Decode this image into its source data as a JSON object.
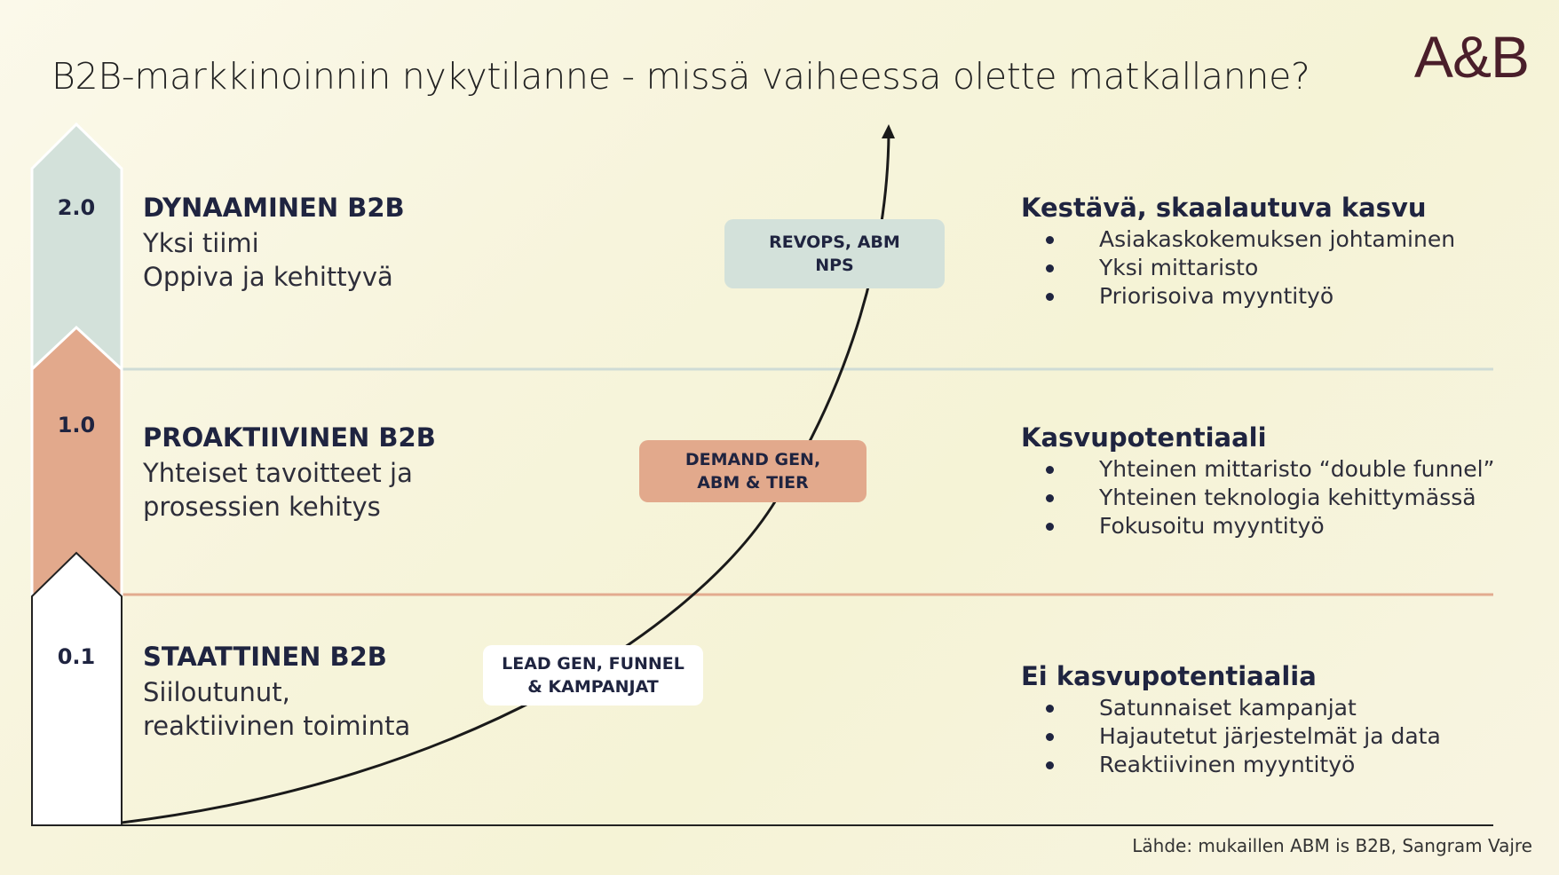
{
  "title": "B2B-markkinoinnin nykytilanne - missä vaiheessa olette matkallanne?",
  "logo": "A&B",
  "colors": {
    "stage_top": "#d3e1da",
    "stage_mid": "#e2a98c",
    "stage_low": "#ffffff",
    "divider_top": "#cfdcd6",
    "divider_mid": "#e2ab8f",
    "text_dark": "#1f2440"
  },
  "stages": [
    {
      "level": "2.0",
      "heading": "DYNAAMINEN B2B",
      "description": [
        "Yksi tiimi",
        "Oppiva ja kehittyvä"
      ]
    },
    {
      "level": "1.0",
      "heading": "PROAKTIIVINEN B2B",
      "description": [
        "Yhteiset tavoitteet ja",
        "prosessien kehitys"
      ]
    },
    {
      "level": "0.1",
      "heading": "STAATTINEN B2B",
      "description": [
        "Siiloutunut,",
        "reaktiivinen toiminta"
      ]
    }
  ],
  "tags": [
    {
      "lines": [
        "REVOPS, ABM",
        "NPS"
      ]
    },
    {
      "lines": [
        "DEMAND GEN,",
        "ABM & TIER"
      ]
    },
    {
      "lines": [
        "LEAD GEN, FUNNEL",
        "& KAMPANJAT"
      ]
    }
  ],
  "outcomes": [
    {
      "heading": "Kestävä, skaalautuva kasvu",
      "items": [
        "Asiakaskokemuksen johtaminen",
        "Yksi mittaristo",
        "Priorisoiva myyntityö"
      ]
    },
    {
      "heading": "Kasvupotentiaali",
      "items": [
        "Yhteinen mittaristo “double funnel”",
        "Yhteinen teknologia kehittymässä",
        "Fokusoitu myyntityö"
      ]
    },
    {
      "heading": "Ei kasvupotentiaalia",
      "items": [
        "Satunnaiset kampanjat",
        "Hajautetut järjestelmät ja data",
        "Reaktiivinen myyntityö"
      ]
    }
  ],
  "source": "Lähde: mukaillen ABM is B2B, Sangram Vajre"
}
